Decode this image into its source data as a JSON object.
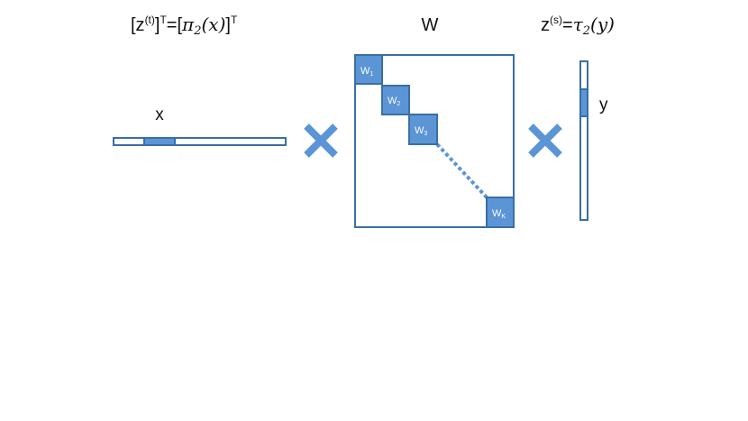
{
  "labels": {
    "zt_left": "[z",
    "zt_sup": "(t)",
    "zt_mid": "]",
    "zt_sup_T": "T",
    "zt_eq": "=[",
    "pi": "π",
    "pi_sub": "2",
    "pi_arg": "(x)",
    "zt_close": "]",
    "zt_close_sup_T": "T",
    "W": "W",
    "zs_left": "z",
    "zs_sup": "(s)",
    "zs_eq": "=",
    "tau": "τ",
    "tau_sub": "2",
    "tau_arg": "(y)",
    "x": "x",
    "y": "y"
  },
  "blocks": [
    {
      "main": "W",
      "sub": "1"
    },
    {
      "main": "W",
      "sub": "2"
    },
    {
      "main": "W",
      "sub": "3"
    },
    {
      "main": "W",
      "sub": "K"
    }
  ],
  "colors": {
    "outline": "#3a6ea5",
    "fill": "#5b95d5",
    "dotted": "#5b95d5",
    "times": "#5b95d5"
  },
  "icons": [
    "multiply-icon",
    "multiply-icon"
  ]
}
